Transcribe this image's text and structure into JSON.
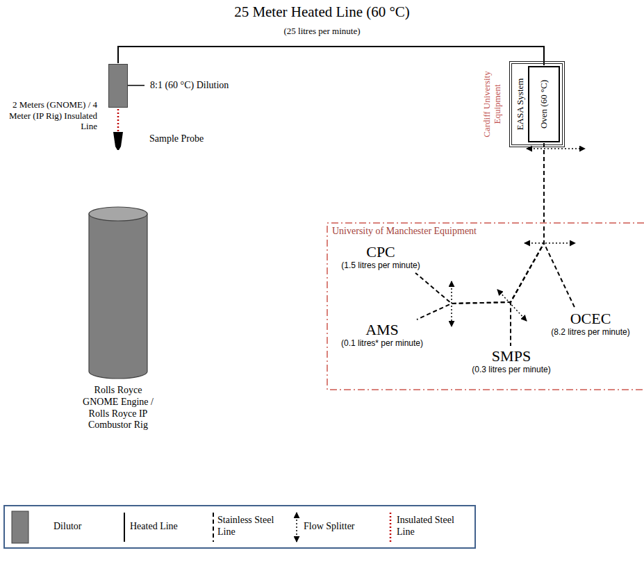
{
  "diagram": {
    "nodes": [
      {
        "text": [
          "8:1 (60 °C) Dilution"
        ]
      },
      {
        "text": [
          "Sample Probe"
        ]
      },
      {
        "text": [
          "Rolls Royce GNOME Engine / Rolls Royce IP Combustor Rig"
        ]
      },
      {
        "text": [
          "EASA System",
          "Cardiff University Equipment"
        ]
      },
      {
        "text": [
          "Oven (60 °C)"
        ],
        "in": 3
      },
      {
        "text": [
          "University of Manchester Equipment"
        ]
      },
      {
        "text": [
          "CPC",
          "(1.5 litres per minute)"
        ],
        "in": 5
      },
      {
        "text": [
          "AMS",
          "(0.1 litres* per minute)"
        ],
        "in": 5
      },
      {
        "text": [
          "SMPS",
          "(0.3 litres per minute)"
        ],
        "in": 5
      },
      {
        "text": [
          "OCEC",
          "(8.2 litres per minute)"
        ],
        "in": 5
      }
    ],
    "edges": [
      {
        "from": 1,
        "to": 0,
        "arrow": "none"
      },
      {
        "from": 0,
        "to": 4,
        "label": "25 Meter Heated Line (60 °C)",
        "arrow": "none"
      },
      {
        "from": 4,
        "to": 9,
        "arrow": "none"
      },
      {
        "from": 4,
        "to": 8,
        "arrow": "none"
      },
      {
        "from": 4,
        "to": 6,
        "arrow": "none"
      },
      {
        "from": 4,
        "to": 7,
        "arrow": "none"
      }
    ],
    "labels": [
      "(25 litres per minute)",
      "2 Meters (GNOME) / 4 Meter (IP Rig) Insulated Line"
    ],
    "legend": [
      {
        "text": "Dilutor",
        "color": "#7f7f7f"
      },
      {
        "text": "Heated Line"
      },
      {
        "text": "Stainless Steel Line"
      },
      {
        "text": "Flow Splitter"
      },
      {
        "text": "Insulated Steel Line"
      }
    ]
  }
}
